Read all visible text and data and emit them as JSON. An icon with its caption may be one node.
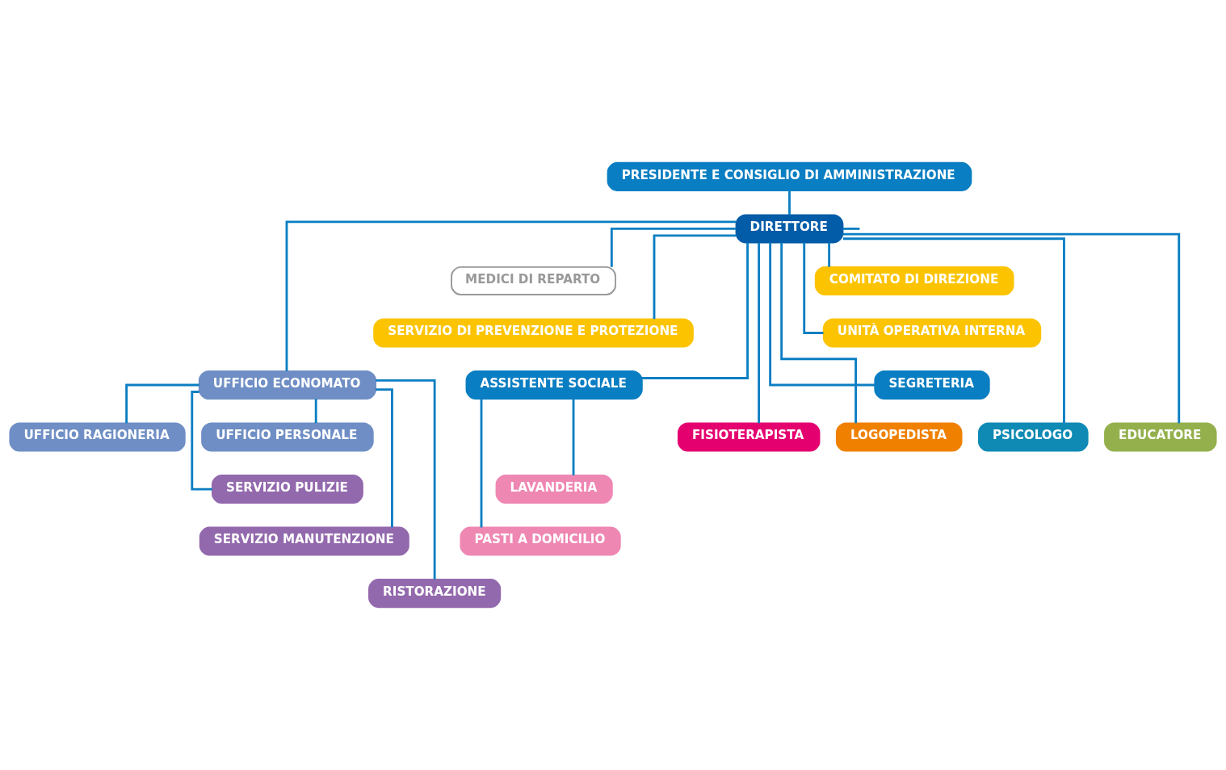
{
  "diagram": {
    "nodes": [
      {
        "text": [
          "PRESIDENTE E CONSIGLIO DI AMMINISTRAZIONE"
        ]
      },
      {
        "text": [
          "DIRETTORE"
        ]
      },
      {
        "text": [
          "MEDICI DI REPARTO"
        ]
      },
      {
        "text": [
          "COMITATO DI DIREZIONE"
        ]
      },
      {
        "text": [
          "SERVIZIO DI PREVENZIONE E PROTEZIONE"
        ]
      },
      {
        "text": [
          "UNITÀ OPERATIVA INTERNA"
        ]
      },
      {
        "text": [
          "ASSISTENTE SOCIALE"
        ]
      },
      {
        "text": [
          "SEGRETERIA"
        ]
      },
      {
        "text": [
          "UFFICIO RAGIONERIA"
        ]
      },
      {
        "text": [
          "FISIOTERAPISTA"
        ]
      },
      {
        "text": [
          "LOGOPEDISTA"
        ]
      },
      {
        "text": [
          "PSICOLOGO"
        ]
      },
      {
        "text": [
          "EDUCATORE"
        ]
      },
      {
        "text": [
          "UFFICIO ECONOMATO"
        ]
      },
      {
        "text": [
          "UFFICIO PERSONALE"
        ]
      },
      {
        "text": [
          "SERVIZIO PULIZIE"
        ]
      },
      {
        "text": [
          "LAVANDERIA"
        ]
      },
      {
        "text": [
          "SERVIZIO MANUTENZIONE"
        ]
      },
      {
        "text": [
          "PASTI A DOMICILIO"
        ]
      },
      {
        "text": [
          "RISTORAZIONE"
        ]
      }
    ],
    "edges": [
      {
        "from": 0,
        "to": 1,
        "arrow": "none"
      },
      {
        "from": 1,
        "to": 2,
        "arrow": "none"
      },
      {
        "from": 1,
        "to": 3,
        "arrow": "none"
      },
      {
        "from": 1,
        "to": 4,
        "arrow": "none"
      },
      {
        "from": 1,
        "to": 5,
        "arrow": "none"
      },
      {
        "from": 1,
        "to": null,
        "arrow": "none"
      },
      {
        "from": 1,
        "to": 6,
        "arrow": "none"
      },
      {
        "from": 1,
        "to": 7,
        "arrow": "none"
      },
      {
        "from": 1,
        "to": 9,
        "arrow": "none"
      },
      {
        "from": 1,
        "to": 10,
        "arrow": "none"
      },
      {
        "from": 1,
        "to": 11,
        "arrow": "none"
      },
      {
        "from": 1,
        "to": 12,
        "arrow": "none"
      },
      {
        "from": 1,
        "to": 13,
        "arrow": "none"
      },
      {
        "from": 13,
        "to": 8,
        "arrow": "none"
      },
      {
        "from": 13,
        "to": 14,
        "arrow": "none"
      },
      {
        "from": 13,
        "to": 15,
        "arrow": "none"
      },
      {
        "from": 13,
        "to": 17,
        "arrow": "none"
      },
      {
        "from": 13,
        "to": 19,
        "arrow": "none"
      },
      {
        "from": 6,
        "to": 16,
        "arrow": "none"
      },
      {
        "from": 6,
        "to": 18,
        "arrow": "none"
      }
    ]
  }
}
